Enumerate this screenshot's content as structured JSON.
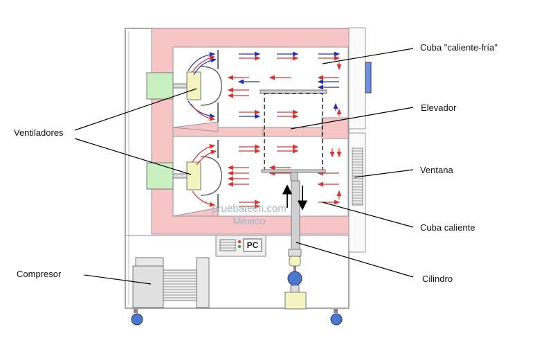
{
  "labels": {
    "cuba_caliente_fria": "Cuba \"caliente-fría\"",
    "elevador": "Elevador",
    "ventiladores": "Ventiladores",
    "ventana": "Ventana",
    "cuba_caliente": "Cuba caliente",
    "compresor": "Compresor",
    "cilindro": "Cilindro"
  },
  "watermark": {
    "line1": "pruebatech.com",
    "line2": "México"
  },
  "control_panel": {
    "pc_label": "PC"
  },
  "colors": {
    "insulation": "#f7c5c5",
    "fan_motor": "#c8f0c0",
    "hot_air": "#e03030",
    "cold_air": "#2030c0",
    "caster": "#4a78d0"
  }
}
